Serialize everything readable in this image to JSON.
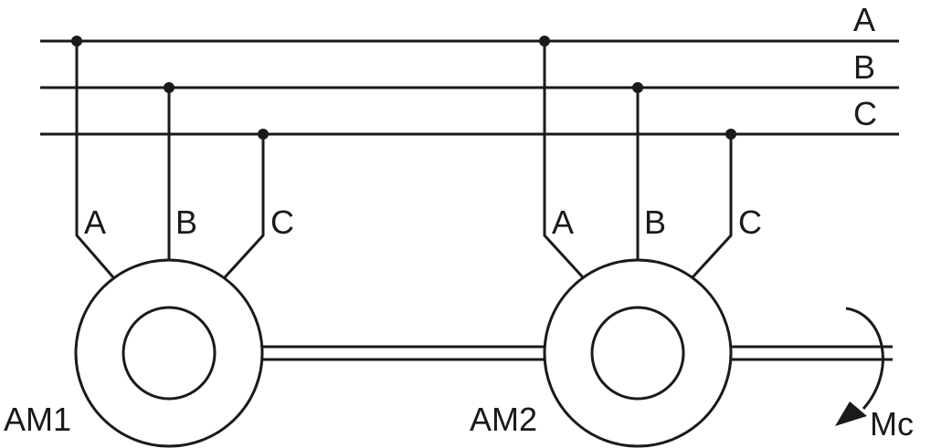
{
  "bus": {
    "phase_a": "A",
    "phase_b": "B",
    "phase_c": "C"
  },
  "motor1": {
    "name": "AM1",
    "terminal_a": "A",
    "terminal_b": "B",
    "terminal_c": "C"
  },
  "motor2": {
    "name": "AM2",
    "terminal_a": "A",
    "terminal_b": "B",
    "terminal_c": "C"
  },
  "load": {
    "torque_label": "Mc"
  }
}
